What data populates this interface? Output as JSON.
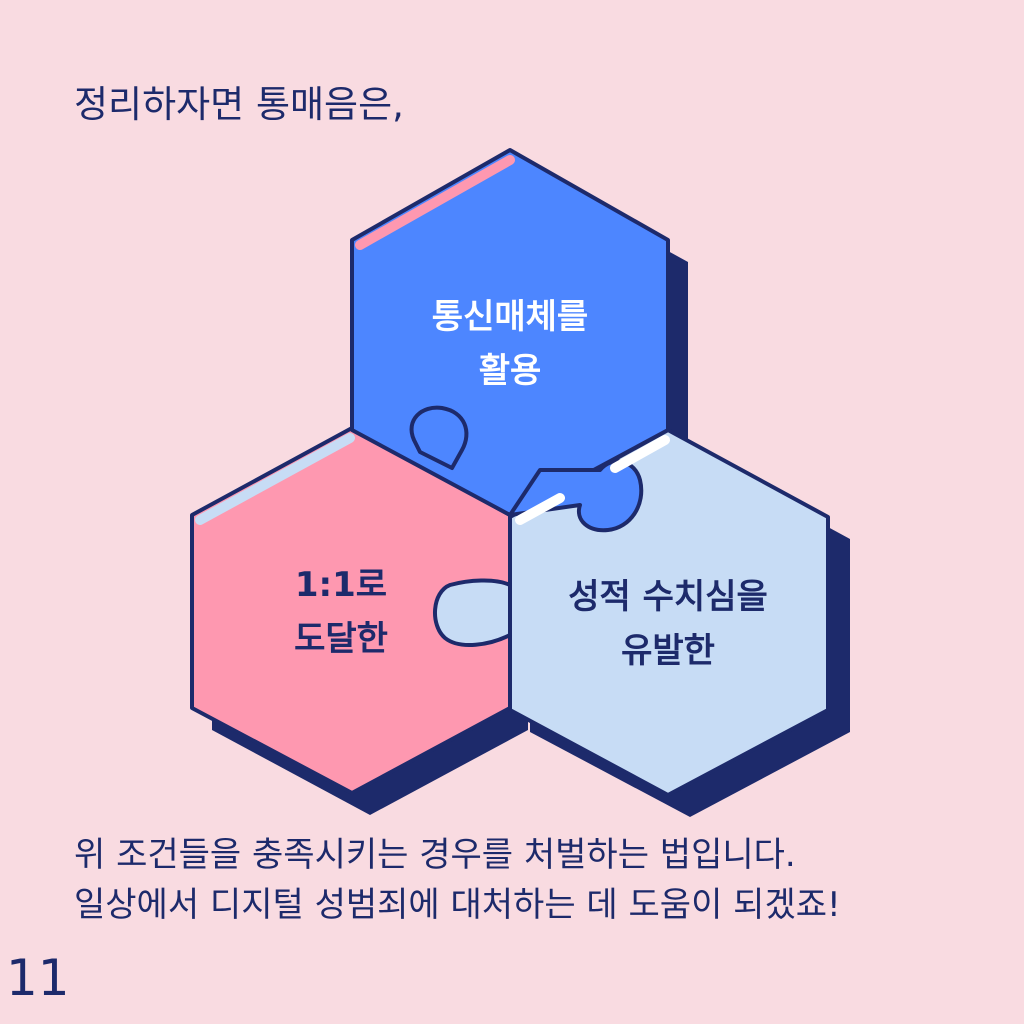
{
  "intro": "정리하자면 통매음은,",
  "pieces": {
    "top": {
      "line1": "통신매체를",
      "line2": "활용",
      "fill": "#4d86ff"
    },
    "left": {
      "line1": "1:1로",
      "line2": "도달한",
      "fill": "#fe98b0"
    },
    "right": {
      "line1": "성적 수치심을",
      "line2": "유발한",
      "fill": "#c7dcf5"
    }
  },
  "summary": {
    "line1": "위 조건들을 충족시키는 경우를 처벌하는 법입니다.",
    "line2": "일상에서 디지털 성범죄에 대처하는 데 도움이 되겠죠!"
  },
  "page_number": "11",
  "colors": {
    "background": "#f9dbe1",
    "outline": "#1d2a6b"
  }
}
